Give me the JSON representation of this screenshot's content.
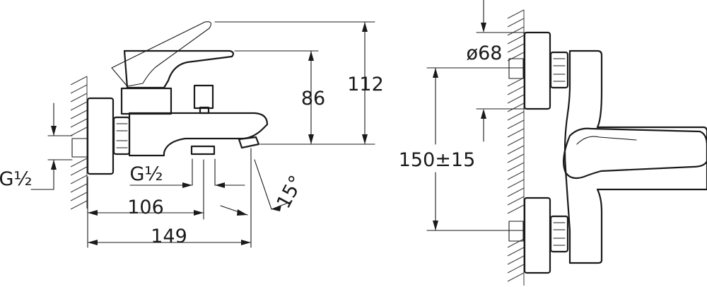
{
  "side_view": {
    "dim_height_spout": "86",
    "dim_height_total": "112",
    "dim_spout_reach": "106",
    "dim_total_depth": "149",
    "dim_angle": "15°",
    "thread_wall": "G½",
    "thread_outlet": "G½"
  },
  "front_view": {
    "dim_diameter": "ø68",
    "dim_centers": "150±15"
  }
}
